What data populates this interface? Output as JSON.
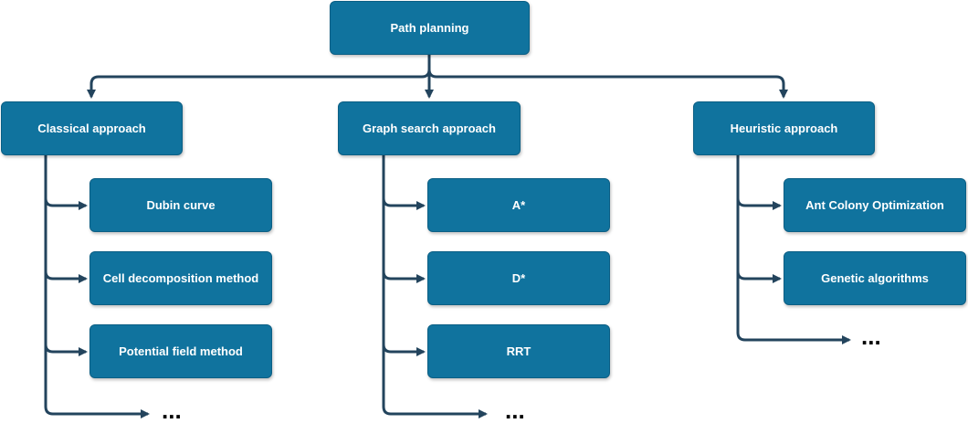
{
  "root": {
    "label": "Path planning"
  },
  "branches": [
    {
      "label": "Classical approach",
      "children": [
        "Dubin curve",
        "Cell decomposition method",
        "Potential field method"
      ],
      "more": "..."
    },
    {
      "label": "Graph search approach",
      "children": [
        "A*",
        "D*",
        "RRT"
      ],
      "more": "..."
    },
    {
      "label": "Heuristic approach",
      "children": [
        "Ant Colony Optimization",
        "Genetic algorithms"
      ],
      "more": "..."
    }
  ],
  "colors": {
    "node_fill": "#10739e",
    "connector": "#23445d"
  }
}
